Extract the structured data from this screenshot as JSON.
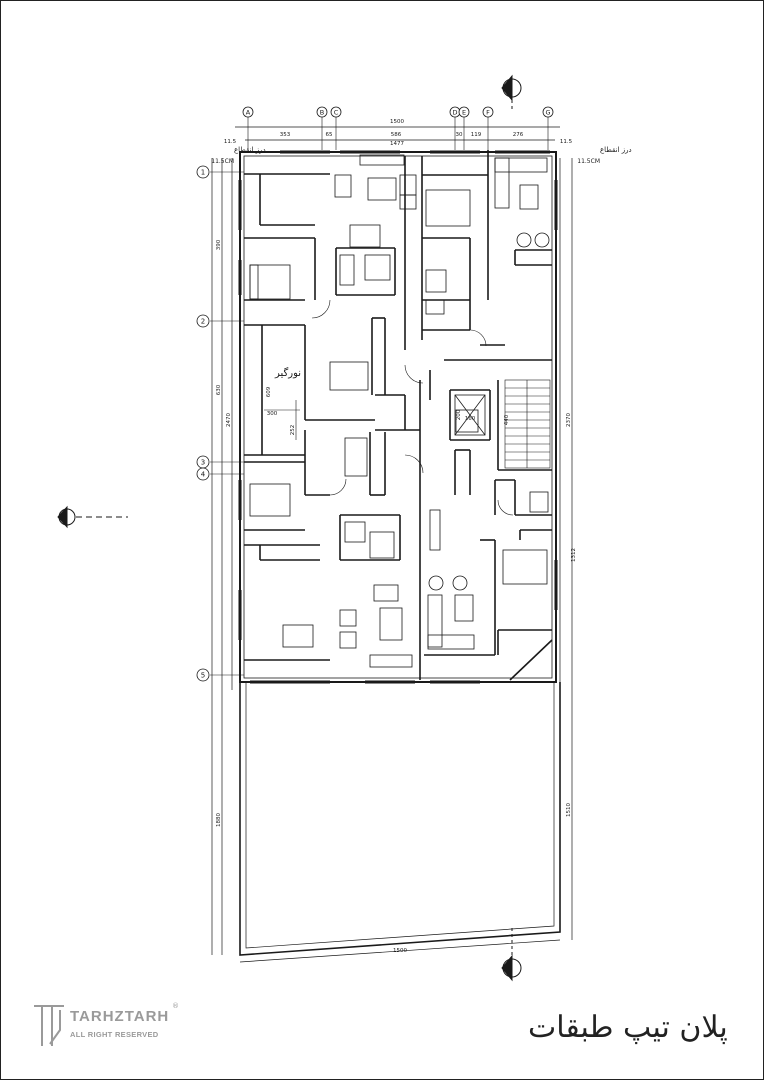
{
  "sheet": {
    "title": "پلان تیپ طبقات",
    "logo_brand": "TARHZTARH",
    "logo_rights": "ALL RIGHT RESERVED",
    "logo_reg": "®"
  },
  "grid": {
    "columns": [
      "A",
      "B",
      "C",
      "D",
      "E",
      "F",
      "G"
    ],
    "rows": [
      "1",
      "2",
      "3",
      "4",
      "5"
    ]
  },
  "dimensions": {
    "overall_top": "1500",
    "top_segments": [
      "353",
      "65",
      "586",
      "30",
      "119",
      "276"
    ],
    "inner_top": "1477",
    "edge_left": "11.5",
    "edge_right": "11.5",
    "overall_bottom": "1500",
    "left_side": [
      "390",
      "630",
      "2470",
      "1880"
    ],
    "right_side": [
      "2370",
      "1312",
      "1510"
    ],
    "stair": [
      "440",
      "200",
      "160"
    ],
    "light_well": [
      "300",
      "252",
      "609"
    ]
  },
  "labels": {
    "expansion_joint_left": "درز انقطاع",
    "expansion_joint_left_size": "11.5CM",
    "expansion_joint_right": "درز انقطاع",
    "expansion_joint_right_size": "11.5CM",
    "light_well": "نورگیر"
  },
  "colors": {
    "line": "#1a1a1a",
    "paper": "#ffffff",
    "logo": "#9a9a9a"
  }
}
